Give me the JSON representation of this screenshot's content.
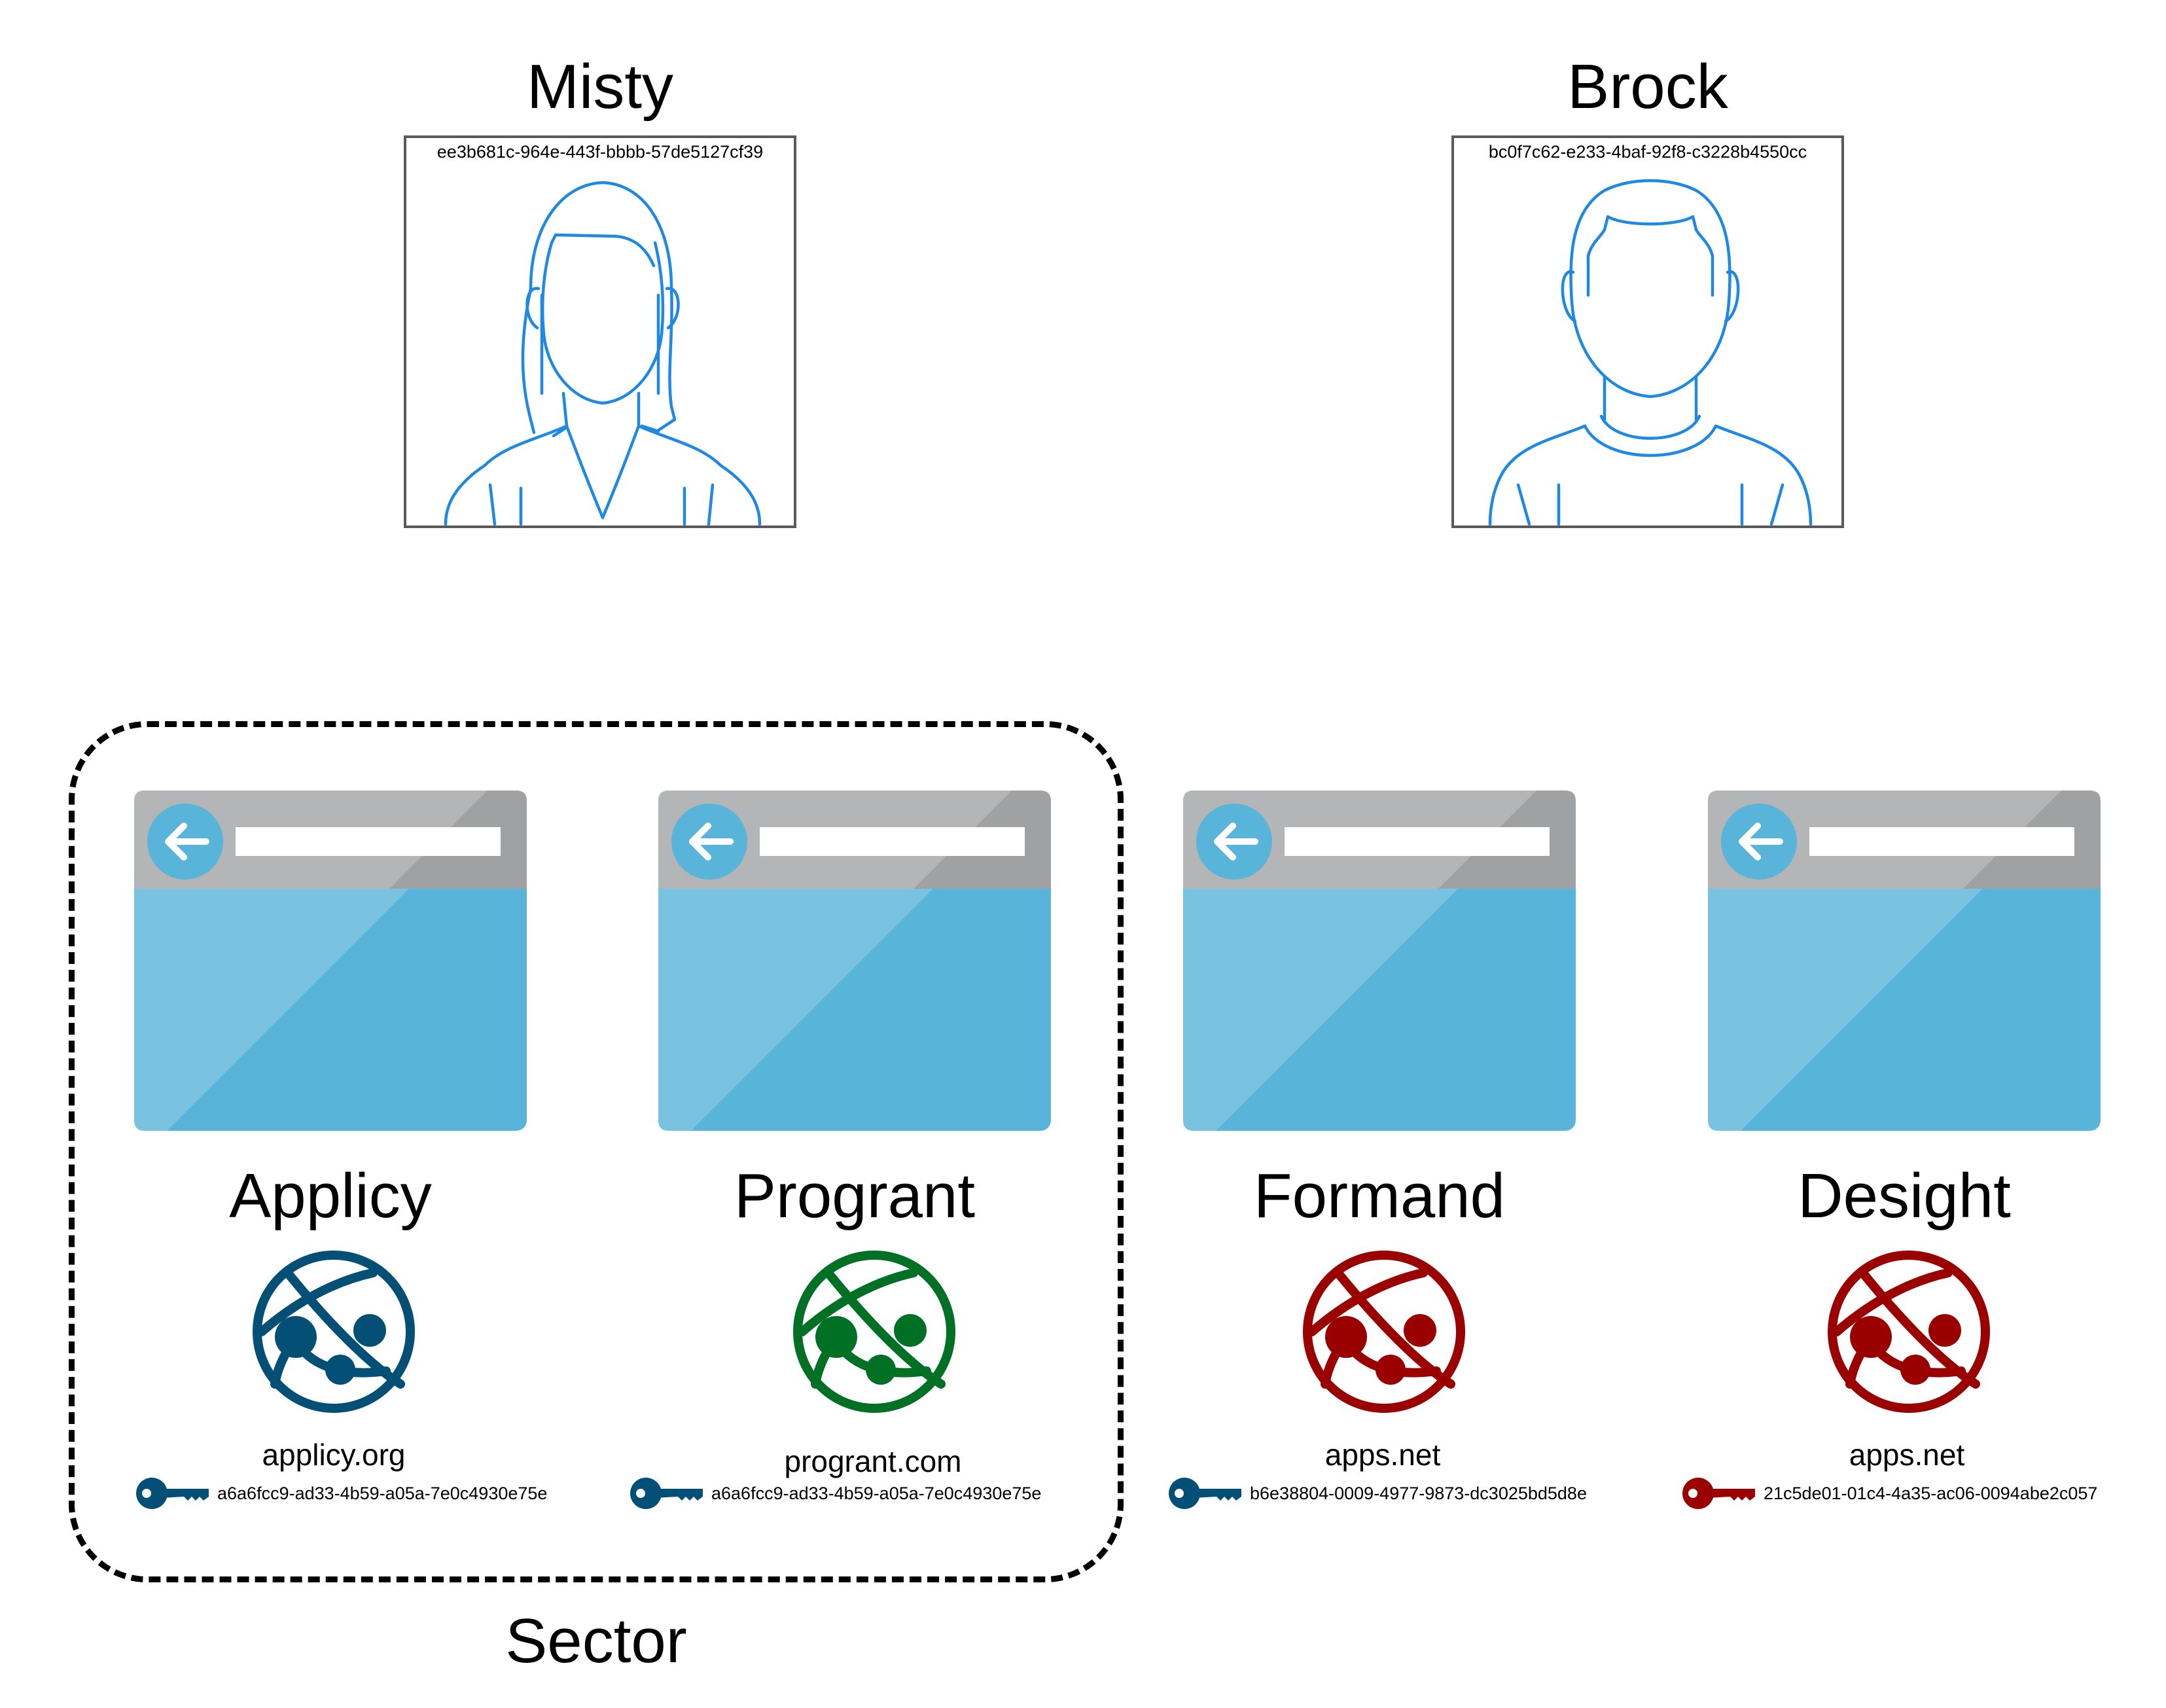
{
  "users": [
    {
      "name": "Misty",
      "id": "ee3b681c-964e-443f-bbbb-57de5127cf39",
      "avatar": "female-user-icon"
    },
    {
      "name": "Brock",
      "id": "bc0f7c62-e233-4baf-92f8-c3228b4550cc",
      "avatar": "male-user-icon"
    }
  ],
  "sector": {
    "label": "Sector"
  },
  "apps": [
    {
      "name": "Applicy",
      "domain": "applicy.org",
      "key": "a6a6fcc9-ad33-4b59-a05a-7e0c4930e75e",
      "color": "#034f76"
    },
    {
      "name": "Progrant",
      "domain": "progrant.com",
      "key": "a6a6fcc9-ad33-4b59-a05a-7e0c4930e75e",
      "color": "#007024"
    },
    {
      "name": "Formand",
      "domain": "apps.net",
      "key": "b6e38804-0009-4977-9873-dc3025bd5d8e",
      "color": "#9b0000"
    },
    {
      "name": "Desight",
      "domain": "apps.net",
      "key": "21c5de01-01c4-4a35-ac06-0094abe2c057",
      "color": "#9b0000"
    }
  ],
  "icons": {
    "browser": "browser-window-icon",
    "globe": "web-app-globe-icon",
    "key": "key-icon"
  },
  "colors": {
    "user_line": "#1e88e5",
    "key_blue": "#034f76",
    "key_red": "#9b0000",
    "browser_body": "#59b4d9",
    "browser_bar": "#a0a1a2"
  }
}
